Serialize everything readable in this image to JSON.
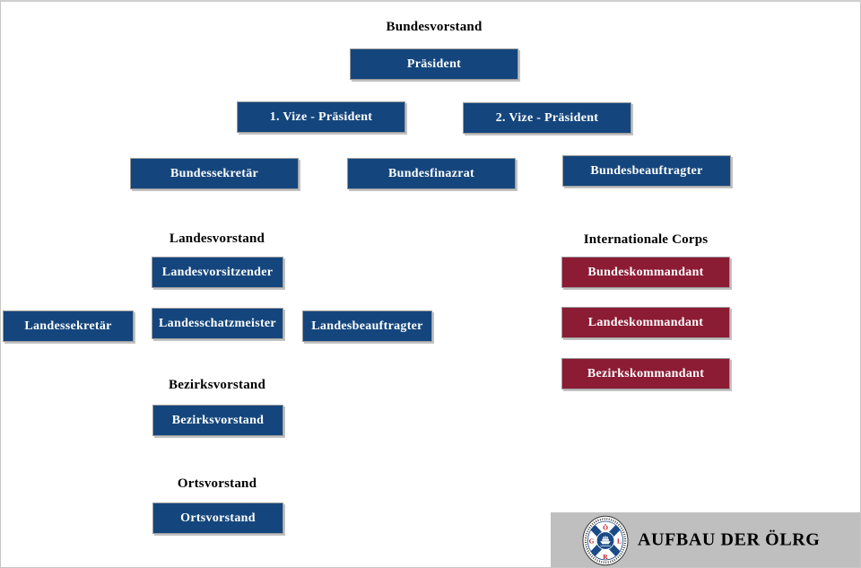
{
  "headings": {
    "bundesvorstand": "Bundesvorstand",
    "landesvorstand": "Landesvorstand",
    "internationale_corps": "Internationale Corps",
    "bezirksvorstand": "Bezirksvorstand",
    "ortsvorstand": "Ortsvorstand"
  },
  "boxes": {
    "praesident": "Präsident",
    "vize1": "1. Vize - Präsident",
    "vize2": "2. Vize - Präsident",
    "bundessekretaer": "Bundessekretär",
    "bundesfinazrat": "Bundesfinazrat",
    "bundesbeauftragter": "Bundesbeauftragter",
    "landesvorsitzender": "Landesvorsitzender",
    "landessekretaer": "Landessekretär",
    "landesschatzmeister": "Landesschatzmeister",
    "landesbeauftragter": "Landesbeauftragter",
    "bezirksvorstand": "Bezirksvorstand",
    "ortsvorstand": "Ortsvorstand",
    "bundeskommandant": "Bundeskommandant",
    "landeskommandant": "Landeskommandant",
    "bezirkskommandant": "Bezirkskommandant"
  },
  "banner": {
    "title": "AUFBAU DER ÖLRG",
    "logo": {
      "top": "Ö",
      "left": "G",
      "right": "L",
      "bottom": "R"
    }
  },
  "colors": {
    "box_blue": "#14467D",
    "box_maroon": "#8C1B34",
    "banner_gray": "#BFBFBF",
    "box_text": "#FFFFFF",
    "heading_text": "#000000",
    "logo_letter_red": "#C11B22",
    "logo_blue": "#1B4B86"
  }
}
